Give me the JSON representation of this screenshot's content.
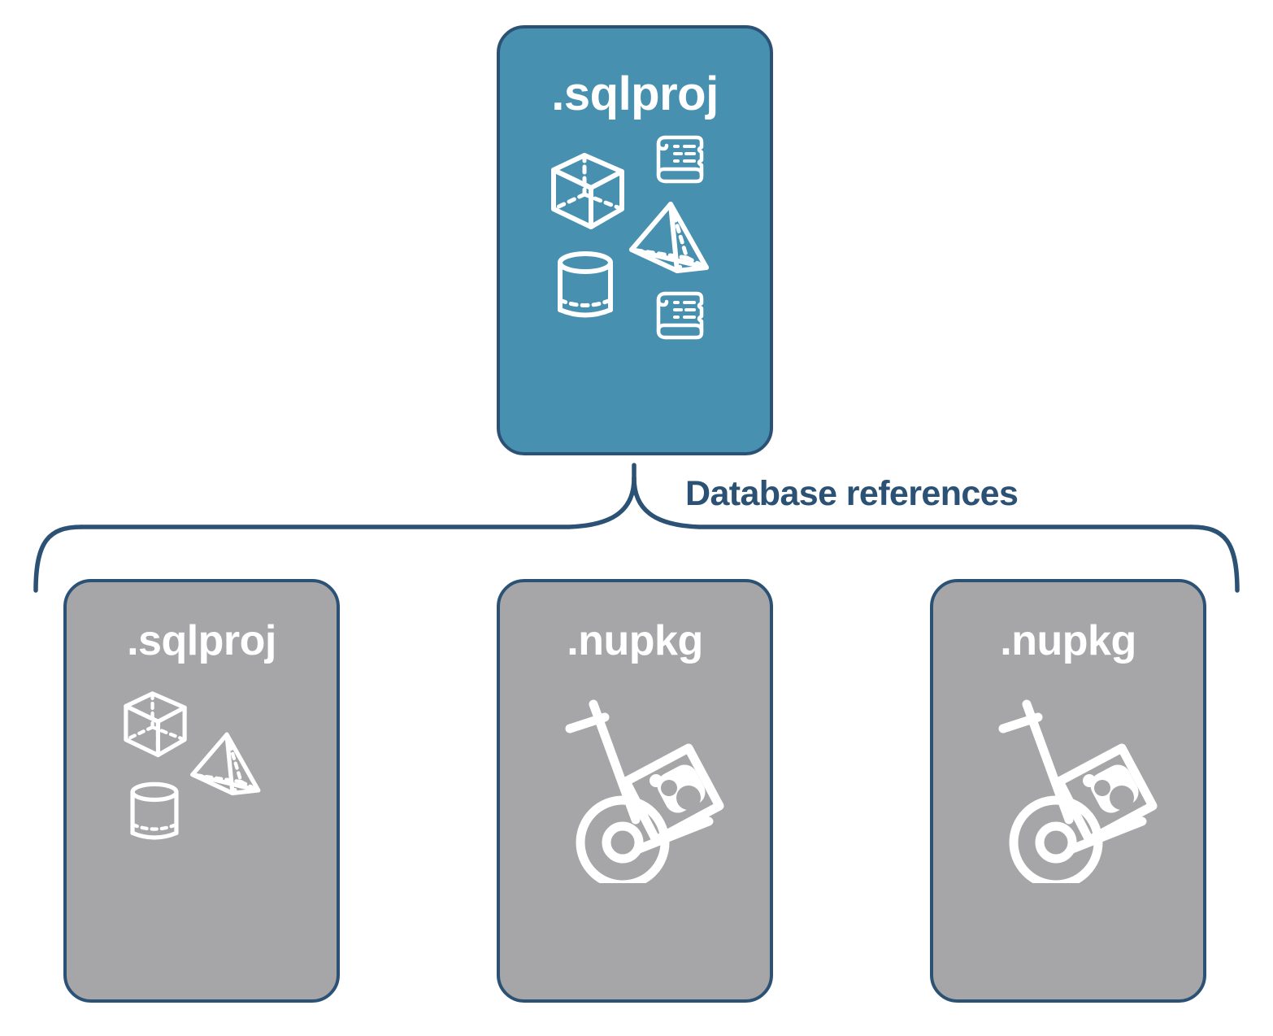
{
  "diagram": {
    "title_visible": false,
    "colors": {
      "root_fill": "#4890B0",
      "child_fill": "#A6A6A8",
      "stroke": "#2B5274",
      "icon": "#FFFFFF",
      "background": "#FFFFFF"
    },
    "root_node": {
      "label": ".sqlproj",
      "icons": [
        "cube-icon",
        "scroll-icon",
        "pyramid-icon",
        "cylinder-icon",
        "scroll-icon"
      ]
    },
    "connector": {
      "type": "curly-brace",
      "label": "Database references",
      "from": ".sqlproj",
      "to": [
        ".sqlproj",
        ".nupkg",
        ".nupkg"
      ]
    },
    "child_nodes": [
      {
        "label": ".sqlproj",
        "icons": [
          "cube-icon",
          "pyramid-icon",
          "cylinder-icon"
        ]
      },
      {
        "label": ".nupkg",
        "icons": [
          "hand-truck-package-icon"
        ]
      },
      {
        "label": ".nupkg",
        "icons": [
          "hand-truck-package-icon"
        ]
      }
    ]
  }
}
